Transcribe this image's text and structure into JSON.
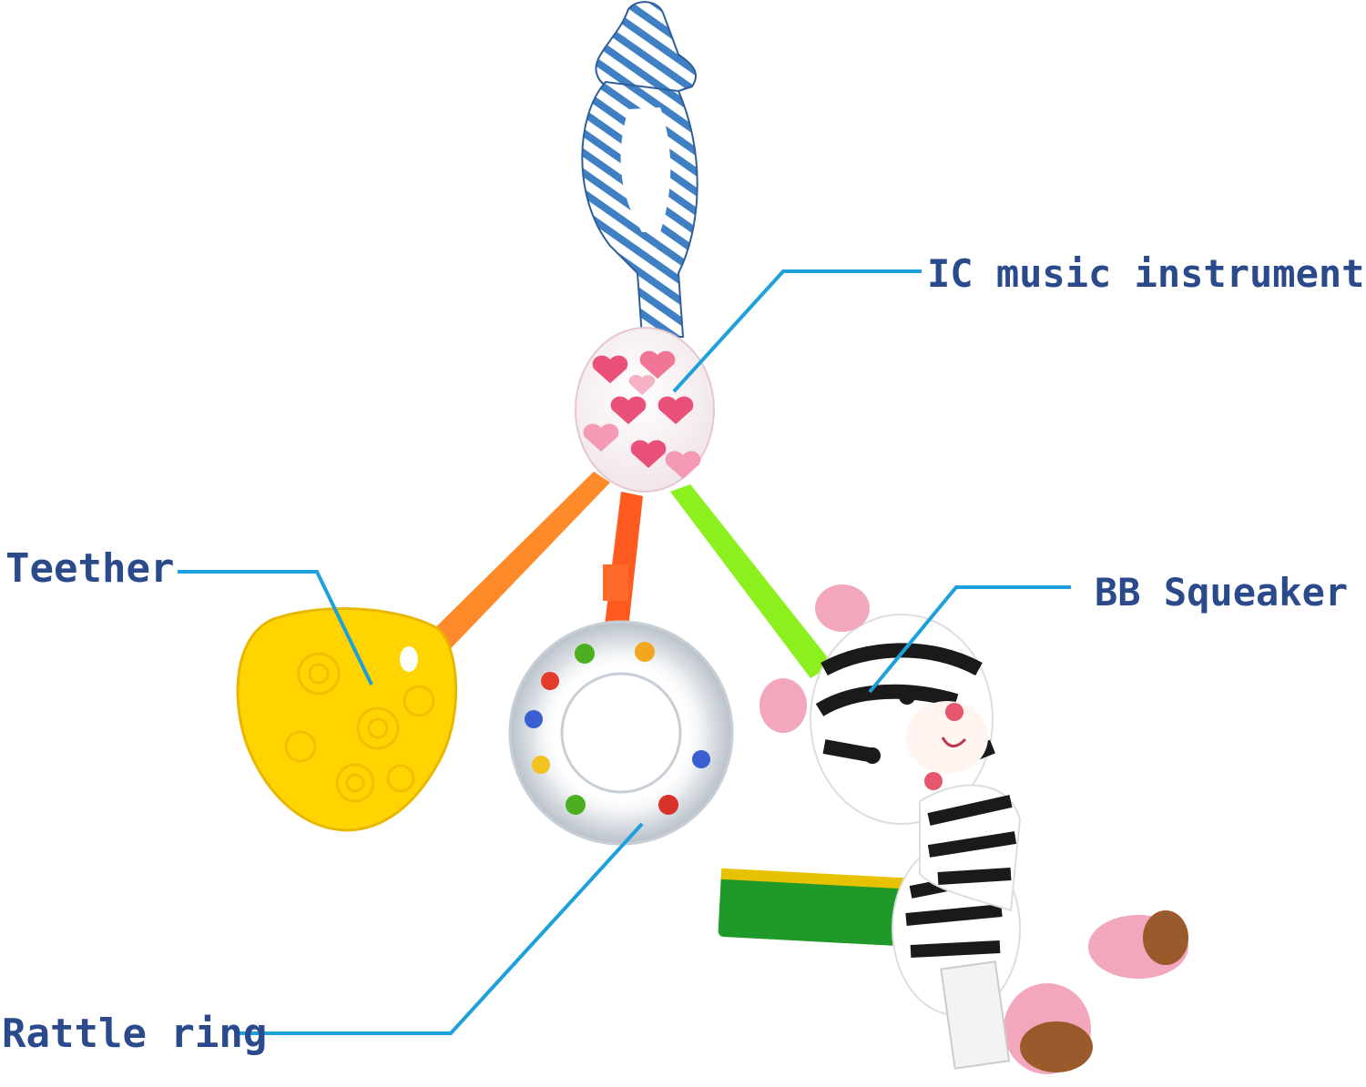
{
  "labels": {
    "ic_music": "IC music instrument",
    "teether": "Teether",
    "bb_squeaker": "BB Squeaker",
    "rattle_ring": "Rattle ring"
  },
  "colors": {
    "label_text": "#2b4a8c",
    "callout_line": "#1ea0dc",
    "strap_stripe_blue": "#3f7fc4",
    "heart_ball_pink": "#e9517b",
    "ribbon_orange": "#ff8a2a",
    "ribbon_red_orange": "#ff5a1f",
    "ribbon_lime": "#8cf01e",
    "teether_yellow": "#ffd400",
    "zebra_black": "#1a1a1a",
    "zebra_pink": "#f3a7bd",
    "hoof_brown": "#9b5a2c",
    "tag_green": "#1f9a2a"
  }
}
